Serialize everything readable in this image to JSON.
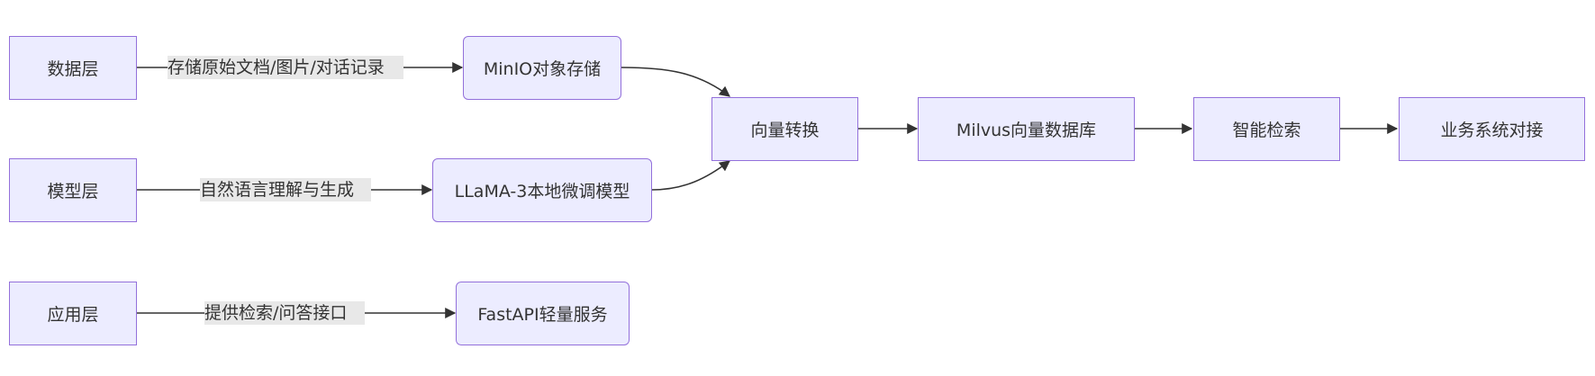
{
  "nodes": {
    "data_layer": "数据层",
    "model_layer": "模型层",
    "app_layer": "应用层",
    "minio": "MinIO对象存储",
    "llama": "LLaMA-3本地微调模型",
    "fastapi": "FastAPI轻量服务",
    "vector_convert": "向量转换",
    "milvus": "Milvus向量数据库",
    "smart_search": "智能检索",
    "business": "业务系统对接"
  },
  "edges": {
    "data_to_minio": "存储原始文档/图片/对话记录",
    "model_to_llama": "自然语言理解与生成",
    "app_to_fastapi": "提供检索/问答接口"
  },
  "colors": {
    "node_fill": "#ECECFF",
    "node_border": "#9370DB",
    "edge": "#333333",
    "label_bg": "#e8e8e8"
  }
}
